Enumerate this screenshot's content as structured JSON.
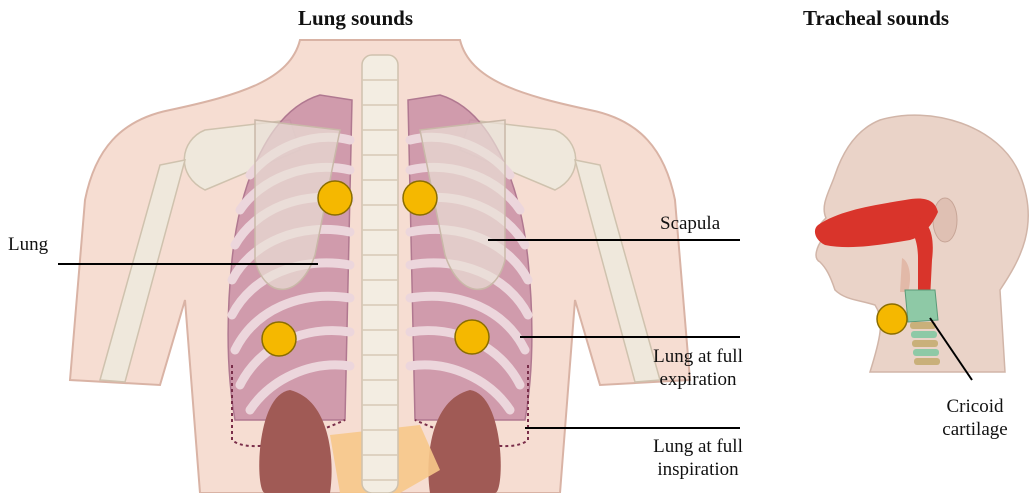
{
  "titles": {
    "lung_sounds": "Lung sounds",
    "tracheal_sounds": "Tracheal sounds"
  },
  "labels": {
    "lung": "Lung",
    "scapula": "Scapula",
    "lung_full_expiration_line1": "Lung at full",
    "lung_full_expiration_line2": "expiration",
    "lung_full_inspiration_line1": "Lung at full",
    "lung_full_inspiration_line2": "inspiration",
    "cricoid_line1": "Cricoid",
    "cricoid_line2": "cartilage"
  },
  "colors": {
    "skin": "#f6ddd2",
    "skin_outline": "#d9b3a5",
    "bone": "#efe8dc",
    "lung": "#c98fa6",
    "rib": "#e9cfd6",
    "kidney": "#a05a55",
    "marker": "#f5b800",
    "marker_outline": "#8a6d00",
    "airway": "#d9342b",
    "cartilage": "#8ec9a6",
    "head": "#ead3c8"
  }
}
